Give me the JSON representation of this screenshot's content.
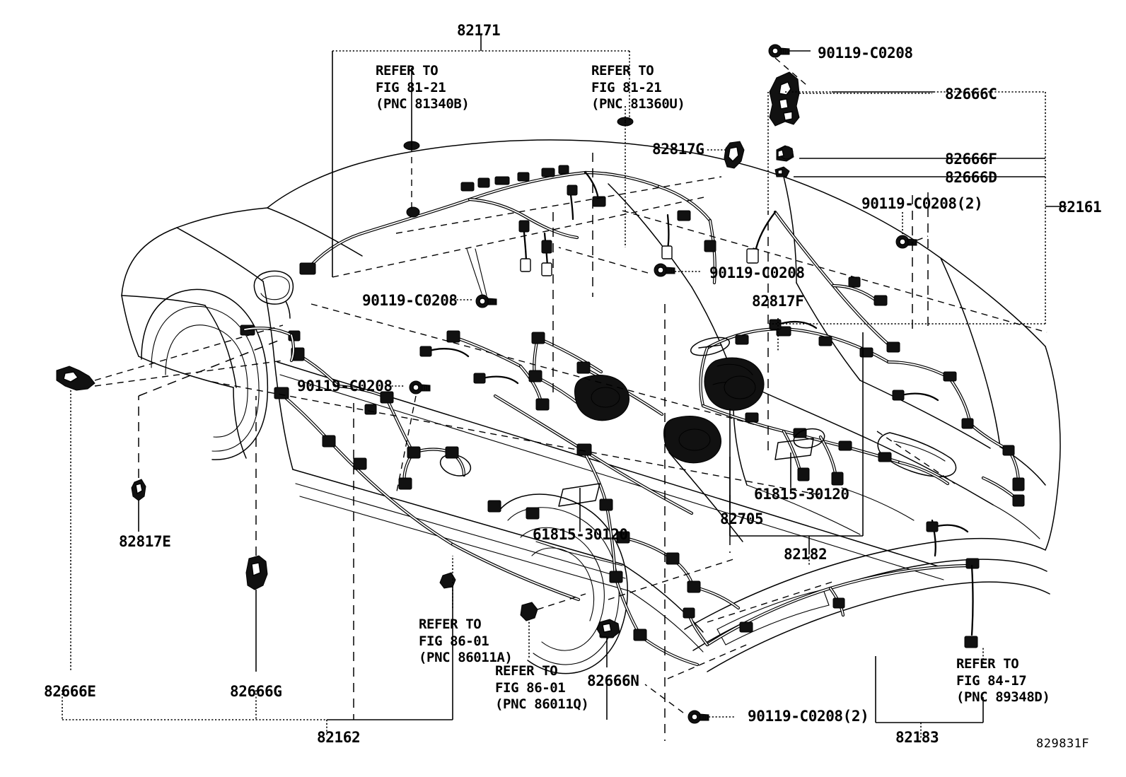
{
  "diagram": {
    "title": "Wire Harness & Clamp",
    "drawing_code": "829831F",
    "line_color": "#000000",
    "background": "#ffffff"
  },
  "labels": {
    "l82171": "82171",
    "l82161": "82161",
    "l82162": "82162",
    "l82182": "82182",
    "l82183": "82183",
    "l82705": "82705",
    "l82666C": "82666C",
    "l82666F": "82666F",
    "l82666D": "82666D",
    "l82666E": "82666E",
    "l82666G": "82666G",
    "l82666N": "82666N",
    "l82817E": "82817E",
    "l82817F": "82817F",
    "l82817G": "82817G",
    "bolt_1": "90119-C0208",
    "bolt_2": "90119-C0208",
    "bolt_3": "90119-C0208",
    "bolt_4": "90119-C0208",
    "bolt_5": "90119-C0208(2)",
    "bolt_6": "90119-C0208(2)",
    "grommet_1": "61815-30120",
    "grommet_2": "61815-30120",
    "refer_81340B": "REFER TO\nFIG 81-21\n(PNC 81340B)",
    "refer_81360U": "REFER TO\nFIG 81-21\n(PNC 81360U)",
    "refer_86011A": "REFER TO\nFIG 86-01\n(PNC 86011A)",
    "refer_86011Q": "REFER TO\nFIG 86-01\n(PNC 86011Q)",
    "refer_89348D": "REFER TO\nFIG 84-17\n(PNC 89348D)"
  }
}
